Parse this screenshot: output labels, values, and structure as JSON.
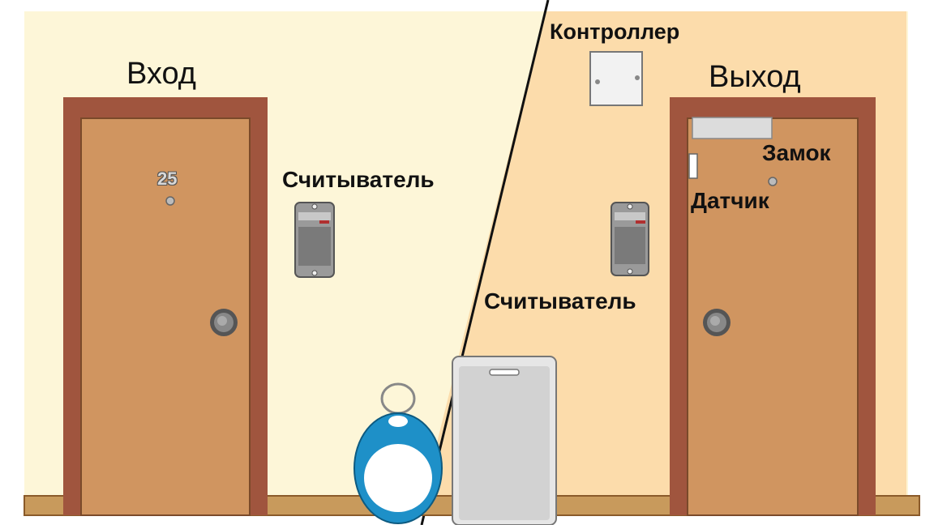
{
  "labels": {
    "entry": "Вход",
    "exit": "Выход",
    "controller": "Контроллер",
    "reader_left": "Считыватель",
    "reader_right": "Считыватель",
    "lock": "Замок",
    "sensor": "Датчик",
    "door_number": "25"
  },
  "colors": {
    "wall_left": "#fdf6d8",
    "wall_right": "#fcdcab",
    "door": "#d09560",
    "door_frame": "#a0553e",
    "floor": "#c89a5c",
    "keyfob": "#1e90c8",
    "card": "#d6d6d6"
  }
}
